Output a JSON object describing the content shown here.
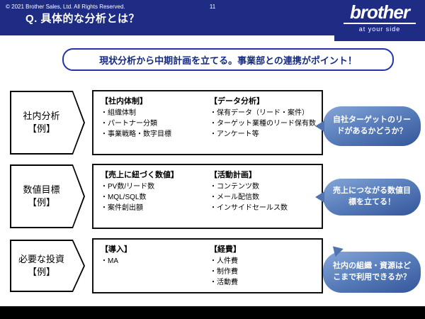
{
  "header": {
    "title": "Q. 具体的な分析とは？",
    "brand": {
      "wordmark": "brother",
      "tagline": "at your side"
    }
  },
  "banner": {
    "text": "現状分析から中期計画を立てる。事業部との連携がポイント！"
  },
  "rows": [
    {
      "label": {
        "line1": "社内分析",
        "line2": "【例】"
      },
      "columns": [
        {
          "heading": "【社内体制】",
          "items": [
            "・組織体制",
            "・パートナー分類",
            "・事業戦略・数字目標"
          ]
        },
        {
          "heading": "【データ分析】",
          "items": [
            "・保有データ（リード・案件）",
            "・ターゲット業種のリード保有数",
            "・アンケート等"
          ]
        }
      ],
      "bubble": "自社ターゲットのリードがあるかどうか？"
    },
    {
      "label": {
        "line1": "数値目標",
        "line2": "【例】"
      },
      "columns": [
        {
          "heading": "【売上に紐づく数値】",
          "items": [
            "・PV数/リード数",
            "・MQL/SQL数",
            "・案件創出額"
          ]
        },
        {
          "heading": "【活動計画】",
          "items": [
            "・コンテンツ数",
            "・メール配信数",
            "・インサイドセールス数"
          ]
        }
      ],
      "bubble": "売上につながる数値目標を立てる！"
    },
    {
      "label": {
        "line1": "必要な投資",
        "line2": "【例】"
      },
      "columns": [
        {
          "heading": "【導入】",
          "items": [
            "・MA"
          ]
        },
        {
          "heading": "【経費】",
          "items": [
            "・人件費",
            "・制作費",
            "・活動費"
          ]
        }
      ],
      "bubble": "社内の組織・資源はどこまで利用できるか？"
    }
  ],
  "footer": {
    "copyright": "© 2021  Brother Sales, Ltd. All Rights Reserved.",
    "page_number": "11"
  },
  "colors": {
    "header_navy": "#1e2d83",
    "banner_border": "#2433a8",
    "bubble_gradient_start": "#86a6d8",
    "bubble_gradient_end": "#33569a"
  }
}
